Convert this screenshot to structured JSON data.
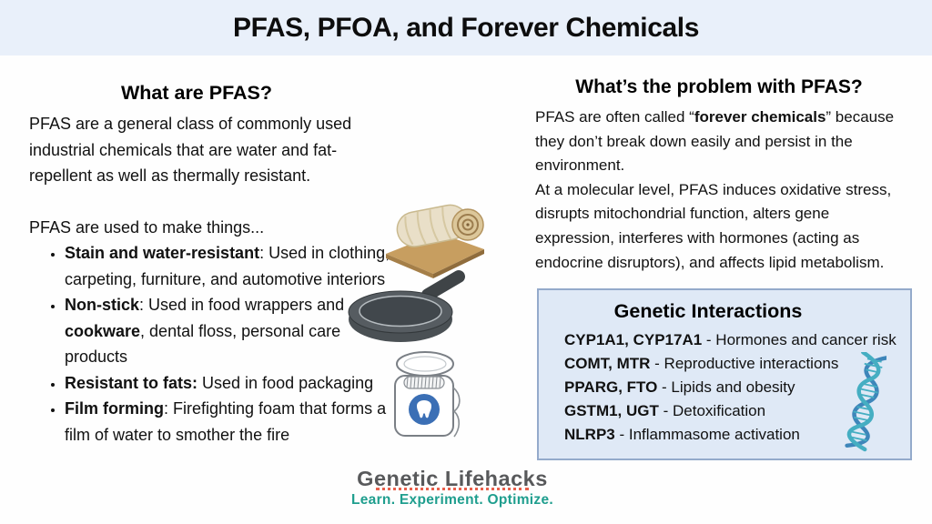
{
  "header": {
    "title": "PFAS, PFOA, and Forever Chemicals"
  },
  "left": {
    "heading": "What are PFAS?",
    "intro": "PFAS are a general class of commonly used\nindustrial chemicals that are water and fat-\nrepellent as well as thermally resistant.",
    "uses_lead": "PFAS are used to make things...",
    "bullets": [
      {
        "segments": [
          {
            "t": "Stain and water-resistant",
            "b": true
          },
          {
            "t": ": Used in clothing,\ncarpeting, furniture, and automotive interiors",
            "b": false
          }
        ]
      },
      {
        "segments": [
          {
            "t": "Non-stick",
            "b": true
          },
          {
            "t": ": Used in food wrappers and\n",
            "b": false
          },
          {
            "t": "cookware",
            "b": true
          },
          {
            "t": ", dental floss, personal care\nproducts",
            "b": false
          }
        ]
      },
      {
        "segments": [
          {
            "t": "Resistant to fats:",
            "b": true
          },
          {
            "t": " Used in food packaging",
            "b": false
          }
        ]
      },
      {
        "segments": [
          {
            "t": "Film forming",
            "b": true
          },
          {
            "t": ": Firefighting foam that forms a\nfilm of water to smother the fire",
            "b": false
          }
        ]
      }
    ]
  },
  "right": {
    "heading": "What’s the problem with PFAS?",
    "para1_segments": [
      {
        "t": "PFAS are often called “",
        "b": false
      },
      {
        "t": "forever chemicals",
        "b": true
      },
      {
        "t": "” because\nthey don’t break down easily and persist in the\nenvironment.",
        "b": false
      }
    ],
    "para2": "At a molecular level, PFAS induces oxidative stress,\ndisrupts mitochondrial function, alters gene\nexpression, interferes with hormones (acting as\nendocrine disruptors), and affects lipid metabolism."
  },
  "genetics": {
    "heading": "Genetic Interactions",
    "sep": " - ",
    "items": [
      {
        "genes": "CYP1A1, CYP17A1",
        "desc": "Hormones and cancer risk"
      },
      {
        "genes": "COMT, MTR",
        "desc": "Reproductive interactions"
      },
      {
        "genes": "PPARG, FTO",
        "desc": "Lipids and obesity"
      },
      {
        "genes": "GSTM1, UGT",
        "desc": "Detoxification"
      },
      {
        "genes": "NLRP3",
        "desc": "Inflammasome activation"
      }
    ]
  },
  "footer": {
    "brand": "Genetic Lifehacks",
    "tagline": "Learn. Experiment. Optimize."
  },
  "icons": {
    "dna": "dna-helix-icon",
    "carpet": "carpet-roll-image",
    "pan": "frying-pan-image",
    "floss": "dental-floss-image"
  },
  "colors": {
    "header_band": "#e9f0fa",
    "box_bg": "#dfe9f6",
    "box_border": "#94aacb",
    "brand_gray": "#58595b",
    "tagline_teal": "#1f9e8e",
    "dots_orange": "#e8604c",
    "dna_teal": "#45aec2",
    "dna_blue": "#3e86ba",
    "tooth_blue": "#3b6fb5"
  }
}
